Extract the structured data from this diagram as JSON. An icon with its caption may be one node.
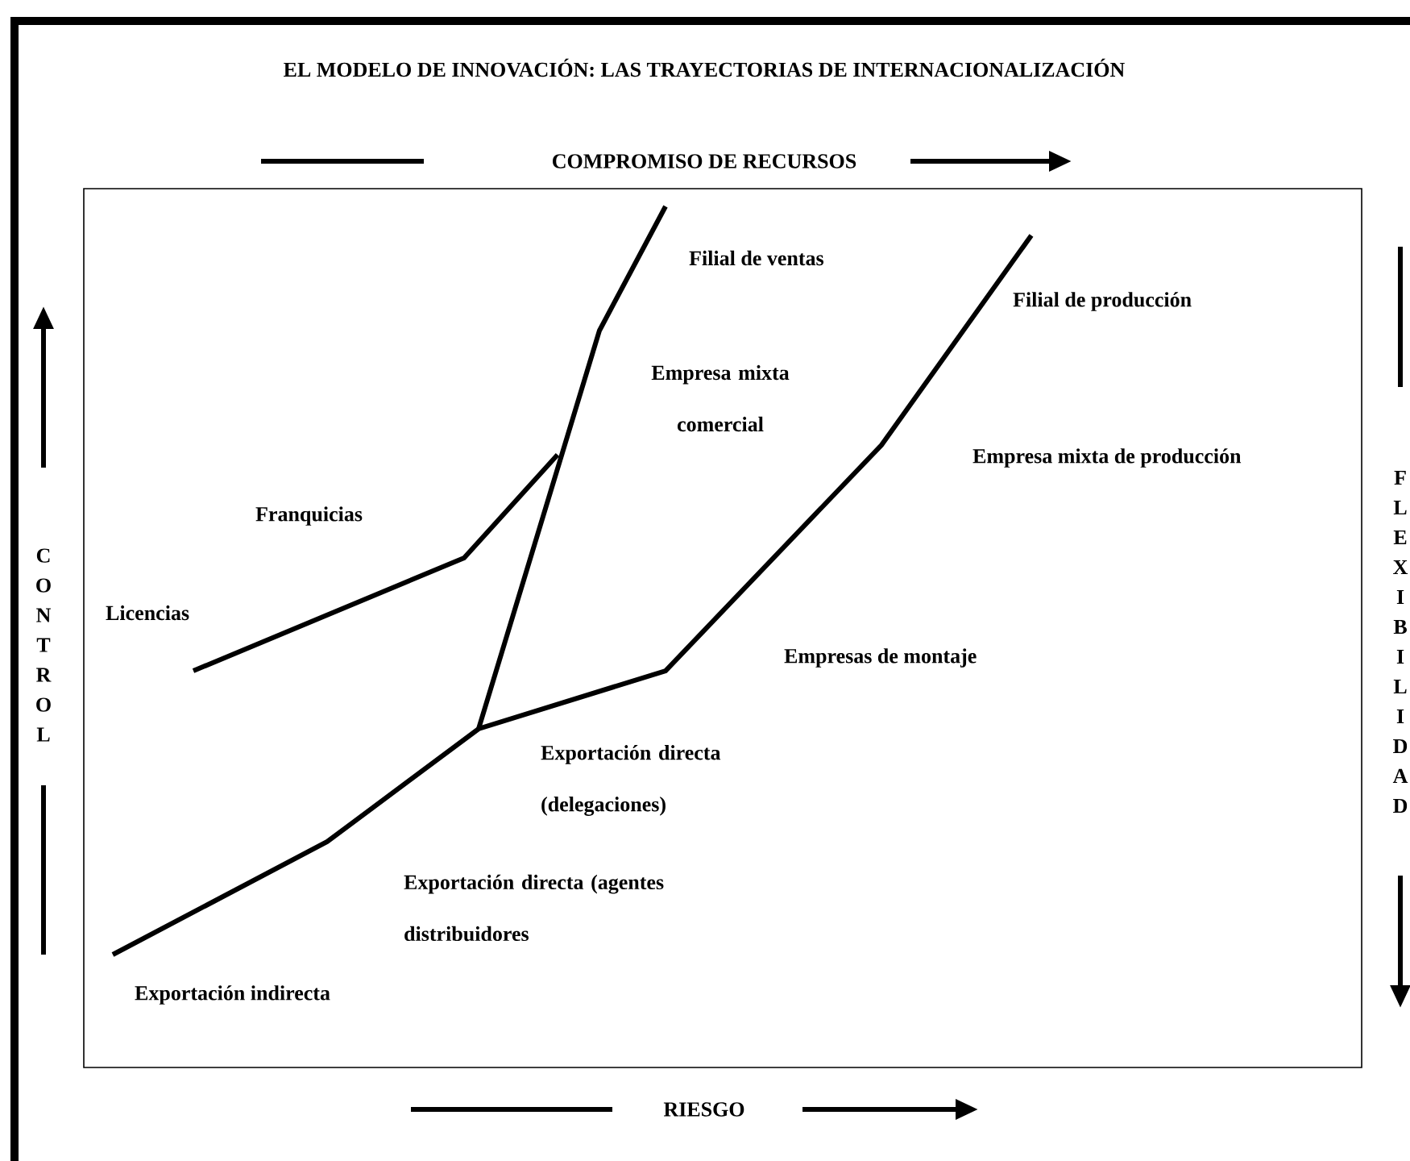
{
  "diagram": {
    "title": "EL MODELO DE INNOVACIÓN: LAS TRAYECTORIAS DE INTERNACIONALIZACIÓN",
    "labels": [
      "COMPROMISO DE RECURSOS",
      "Filial de ventas",
      "Filial de producción",
      "Empresa mixta comercial",
      "Empresa mixta de producción",
      "Franquicias",
      "CONTROL",
      "FLEXIBILIDAD",
      "Licencias",
      "Empresas de montaje",
      "Exportación directa (delegaciones)",
      "Exportación directa (agentes distribuidores",
      "Exportación indirecta",
      "RIESGO"
    ]
  }
}
